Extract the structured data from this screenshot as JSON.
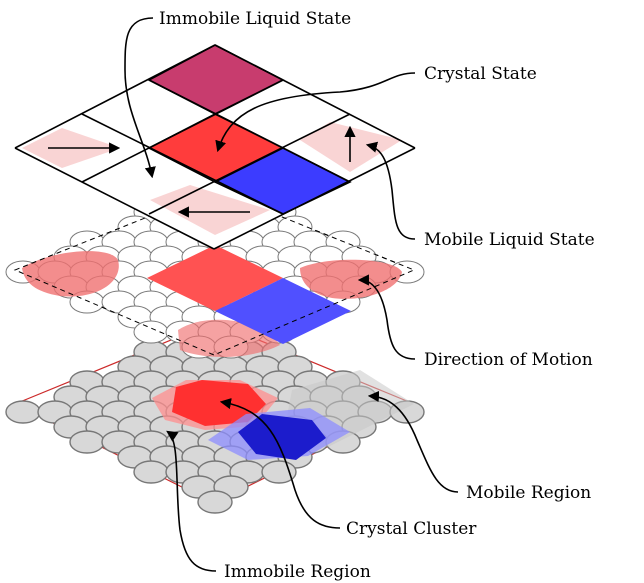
{
  "labels": {
    "immobile_liquid_state": "Immobile Liquid State",
    "crystal_state": "Crystal State",
    "mobile_liquid_state": "Mobile Liquid State",
    "direction_of_motion": "Direction of Motion",
    "mobile_region": "Mobile Region",
    "crystal_cluster": "Crystal Cluster",
    "immobile_region": "Immobile Region"
  },
  "colors": {
    "crystal_top": "#c83c6e",
    "crystal_red": "#ff3c3c",
    "crystal_blue": "#3c3cff",
    "mobile_pink": "#f8cccc",
    "layer_border": "#cc2a2a",
    "immobile_gray": "#d8d8d8"
  },
  "layers": [
    "state-lattice",
    "particle-lattice",
    "region-map"
  ]
}
